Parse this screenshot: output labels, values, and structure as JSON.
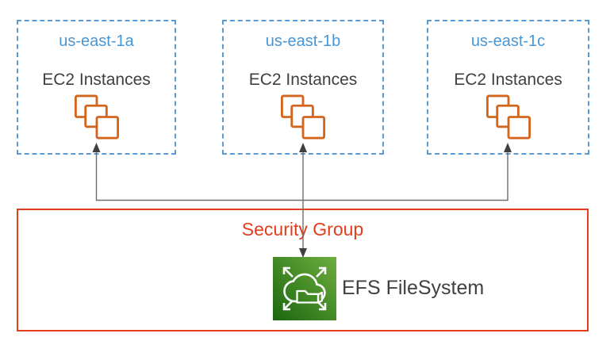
{
  "diagram": {
    "zones": [
      {
        "name": "us-east-1a",
        "service_label": "EC2 Instances",
        "icon": "ec2-instances-icon"
      },
      {
        "name": "us-east-1b",
        "service_label": "EC2 Instances",
        "icon": "ec2-instances-icon"
      },
      {
        "name": "us-east-1c",
        "service_label": "EC2 Instances",
        "icon": "ec2-instances-icon"
      }
    ],
    "security_group": {
      "label": "Security Group"
    },
    "efs": {
      "label": "EFS FileSystem",
      "icon": "efs-filesystem-icon"
    },
    "colors": {
      "az_border": "#5b9bd5",
      "az_label": "#4a96d2",
      "ec2_orange": "#d4651c",
      "text_dark": "#404040",
      "security_red": "#e53d1c",
      "efs_green_dark": "#1b660f",
      "efs_green_light": "#6cae3e",
      "connector": "#6e6e6e",
      "arrowhead": "#404040"
    }
  }
}
